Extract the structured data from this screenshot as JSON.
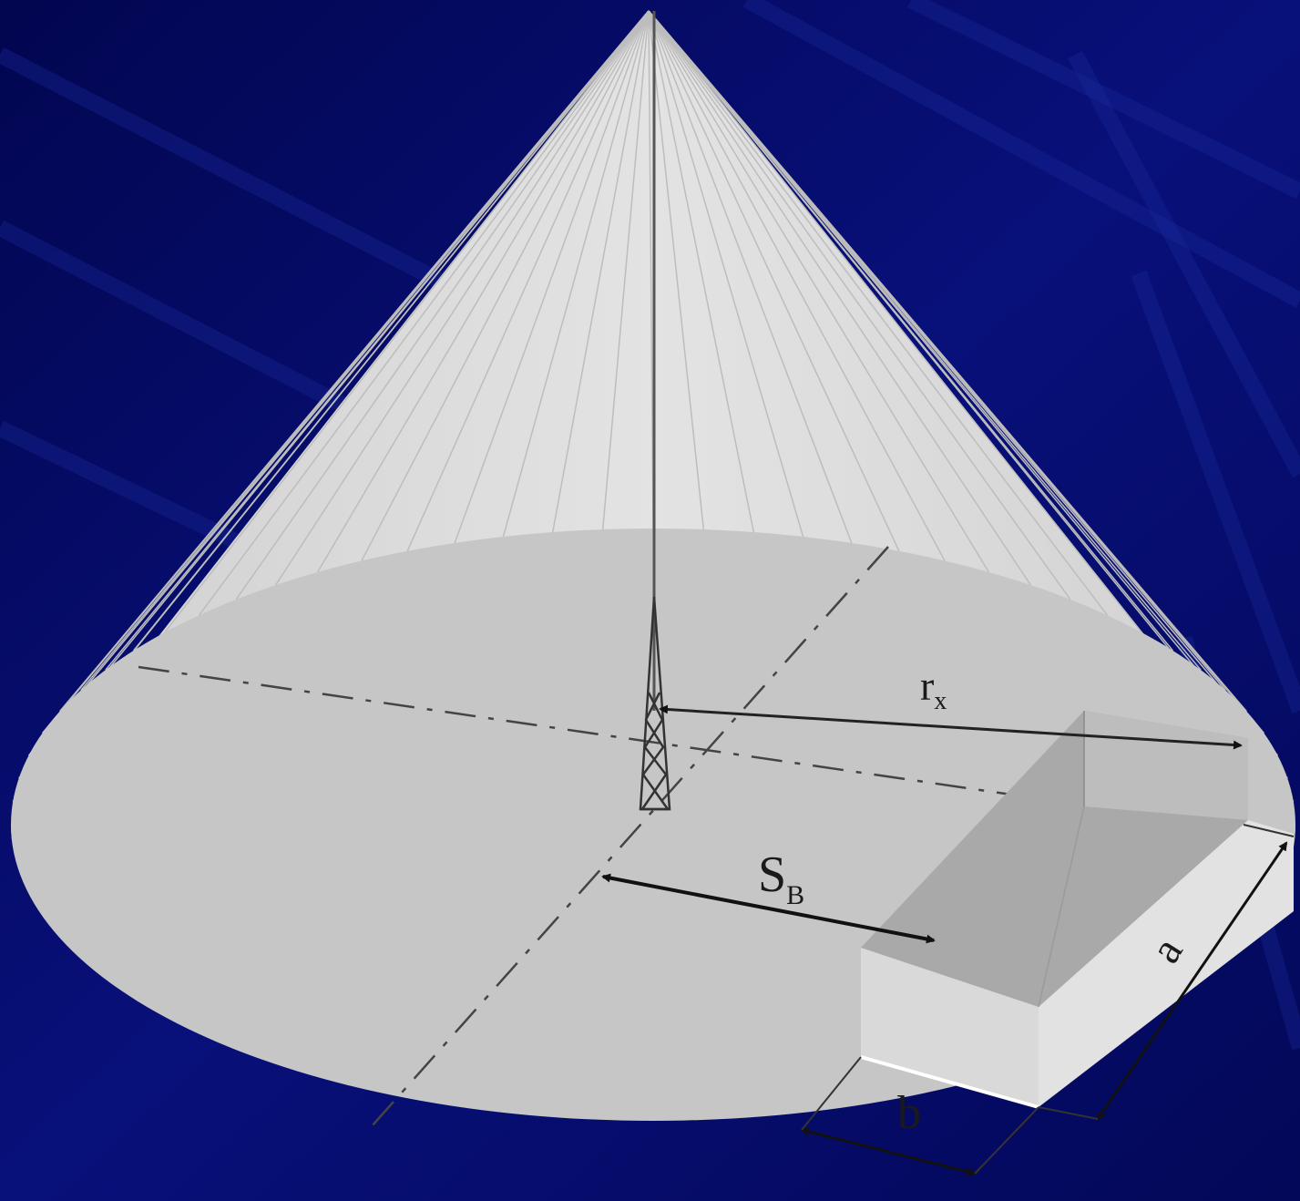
{
  "diagram": {
    "colors": {
      "background": "#050a5e",
      "cone": "#d6d6d6",
      "base": "#c4c4c4",
      "box_top": "#a9a9a9",
      "box_side": "#d9d9d9",
      "lines": "#222222"
    },
    "labels": {
      "rx": {
        "main": "r",
        "sub": "x"
      },
      "sb": {
        "main": "S",
        "sub": "B"
      },
      "a": {
        "main": "a"
      },
      "b": {
        "main": "b"
      }
    },
    "icons": [
      "tower-icon"
    ]
  }
}
